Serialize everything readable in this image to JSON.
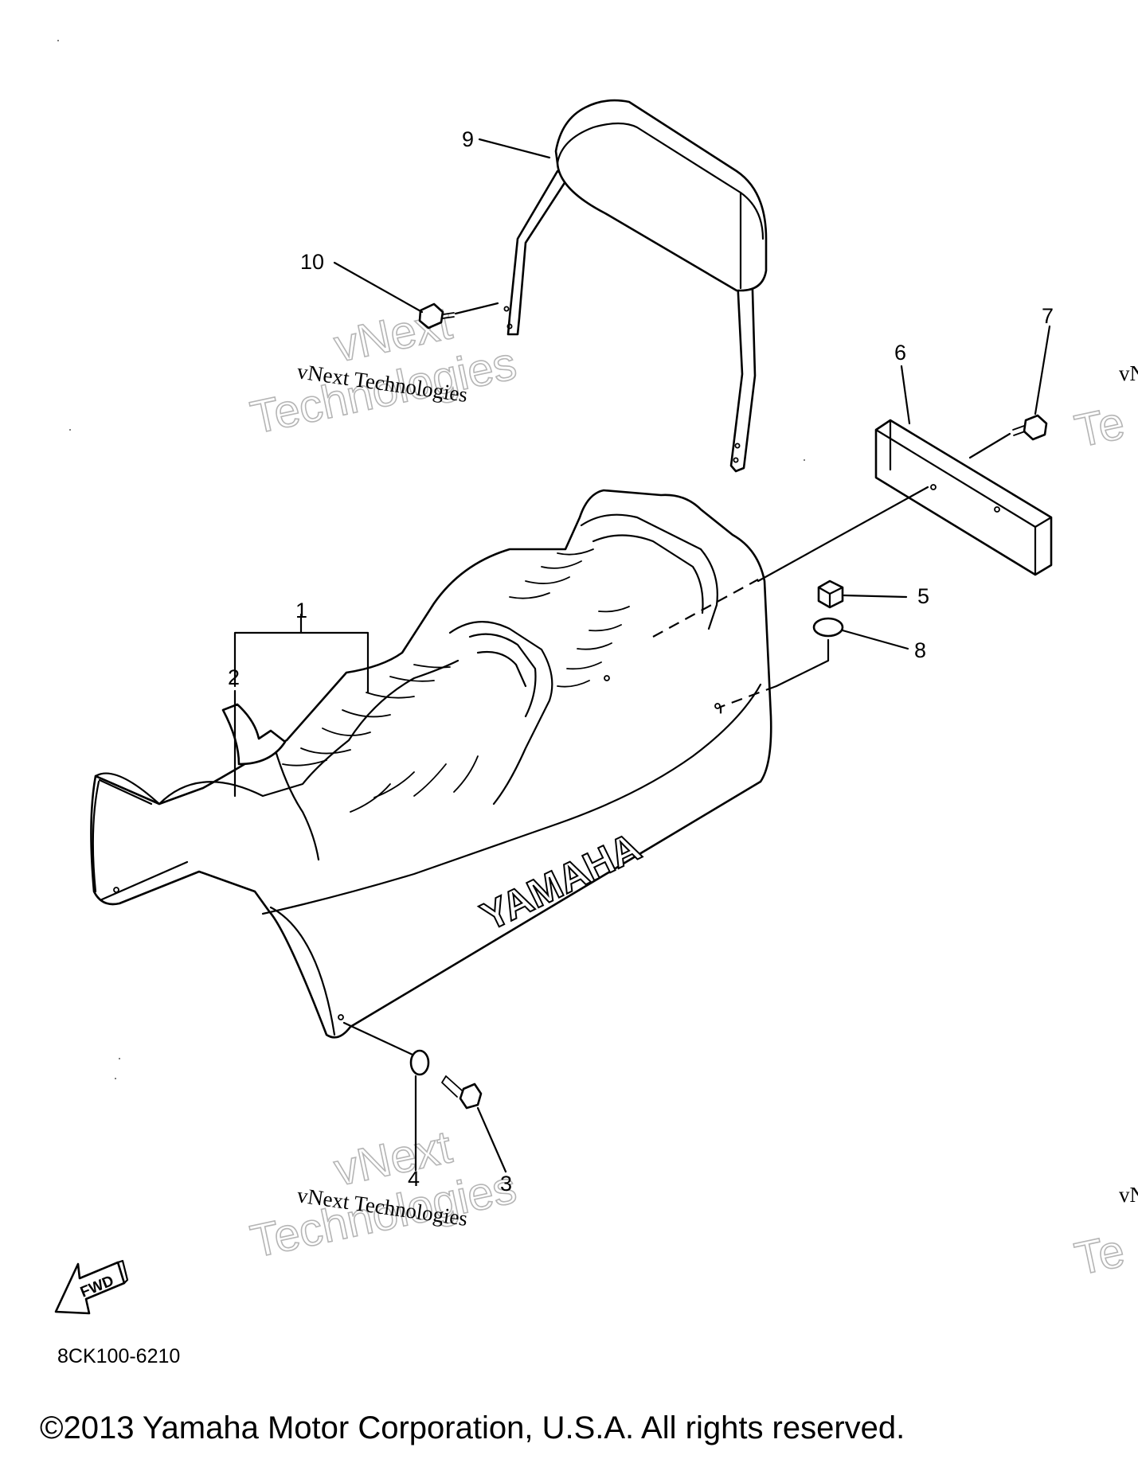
{
  "callouts": {
    "c1": "1",
    "c2": "2",
    "c3": "3",
    "c4": "4",
    "c5": "5",
    "c6": "6",
    "c7": "7",
    "c8": "8",
    "c9": "9",
    "c10": "10"
  },
  "brand_mark": "YAMAHA",
  "direction_label": "FWD",
  "diagram_code": "8CK100-6210",
  "copyright": "©2013 Yamaha Motor Corporation, U.S.A. All rights reserved.",
  "watermark": {
    "line_small": "vNext Technologies",
    "line_big_1": "vNext",
    "line_big_2": "Technologies",
    "edge_small": "vN",
    "edge_big": "Te"
  }
}
